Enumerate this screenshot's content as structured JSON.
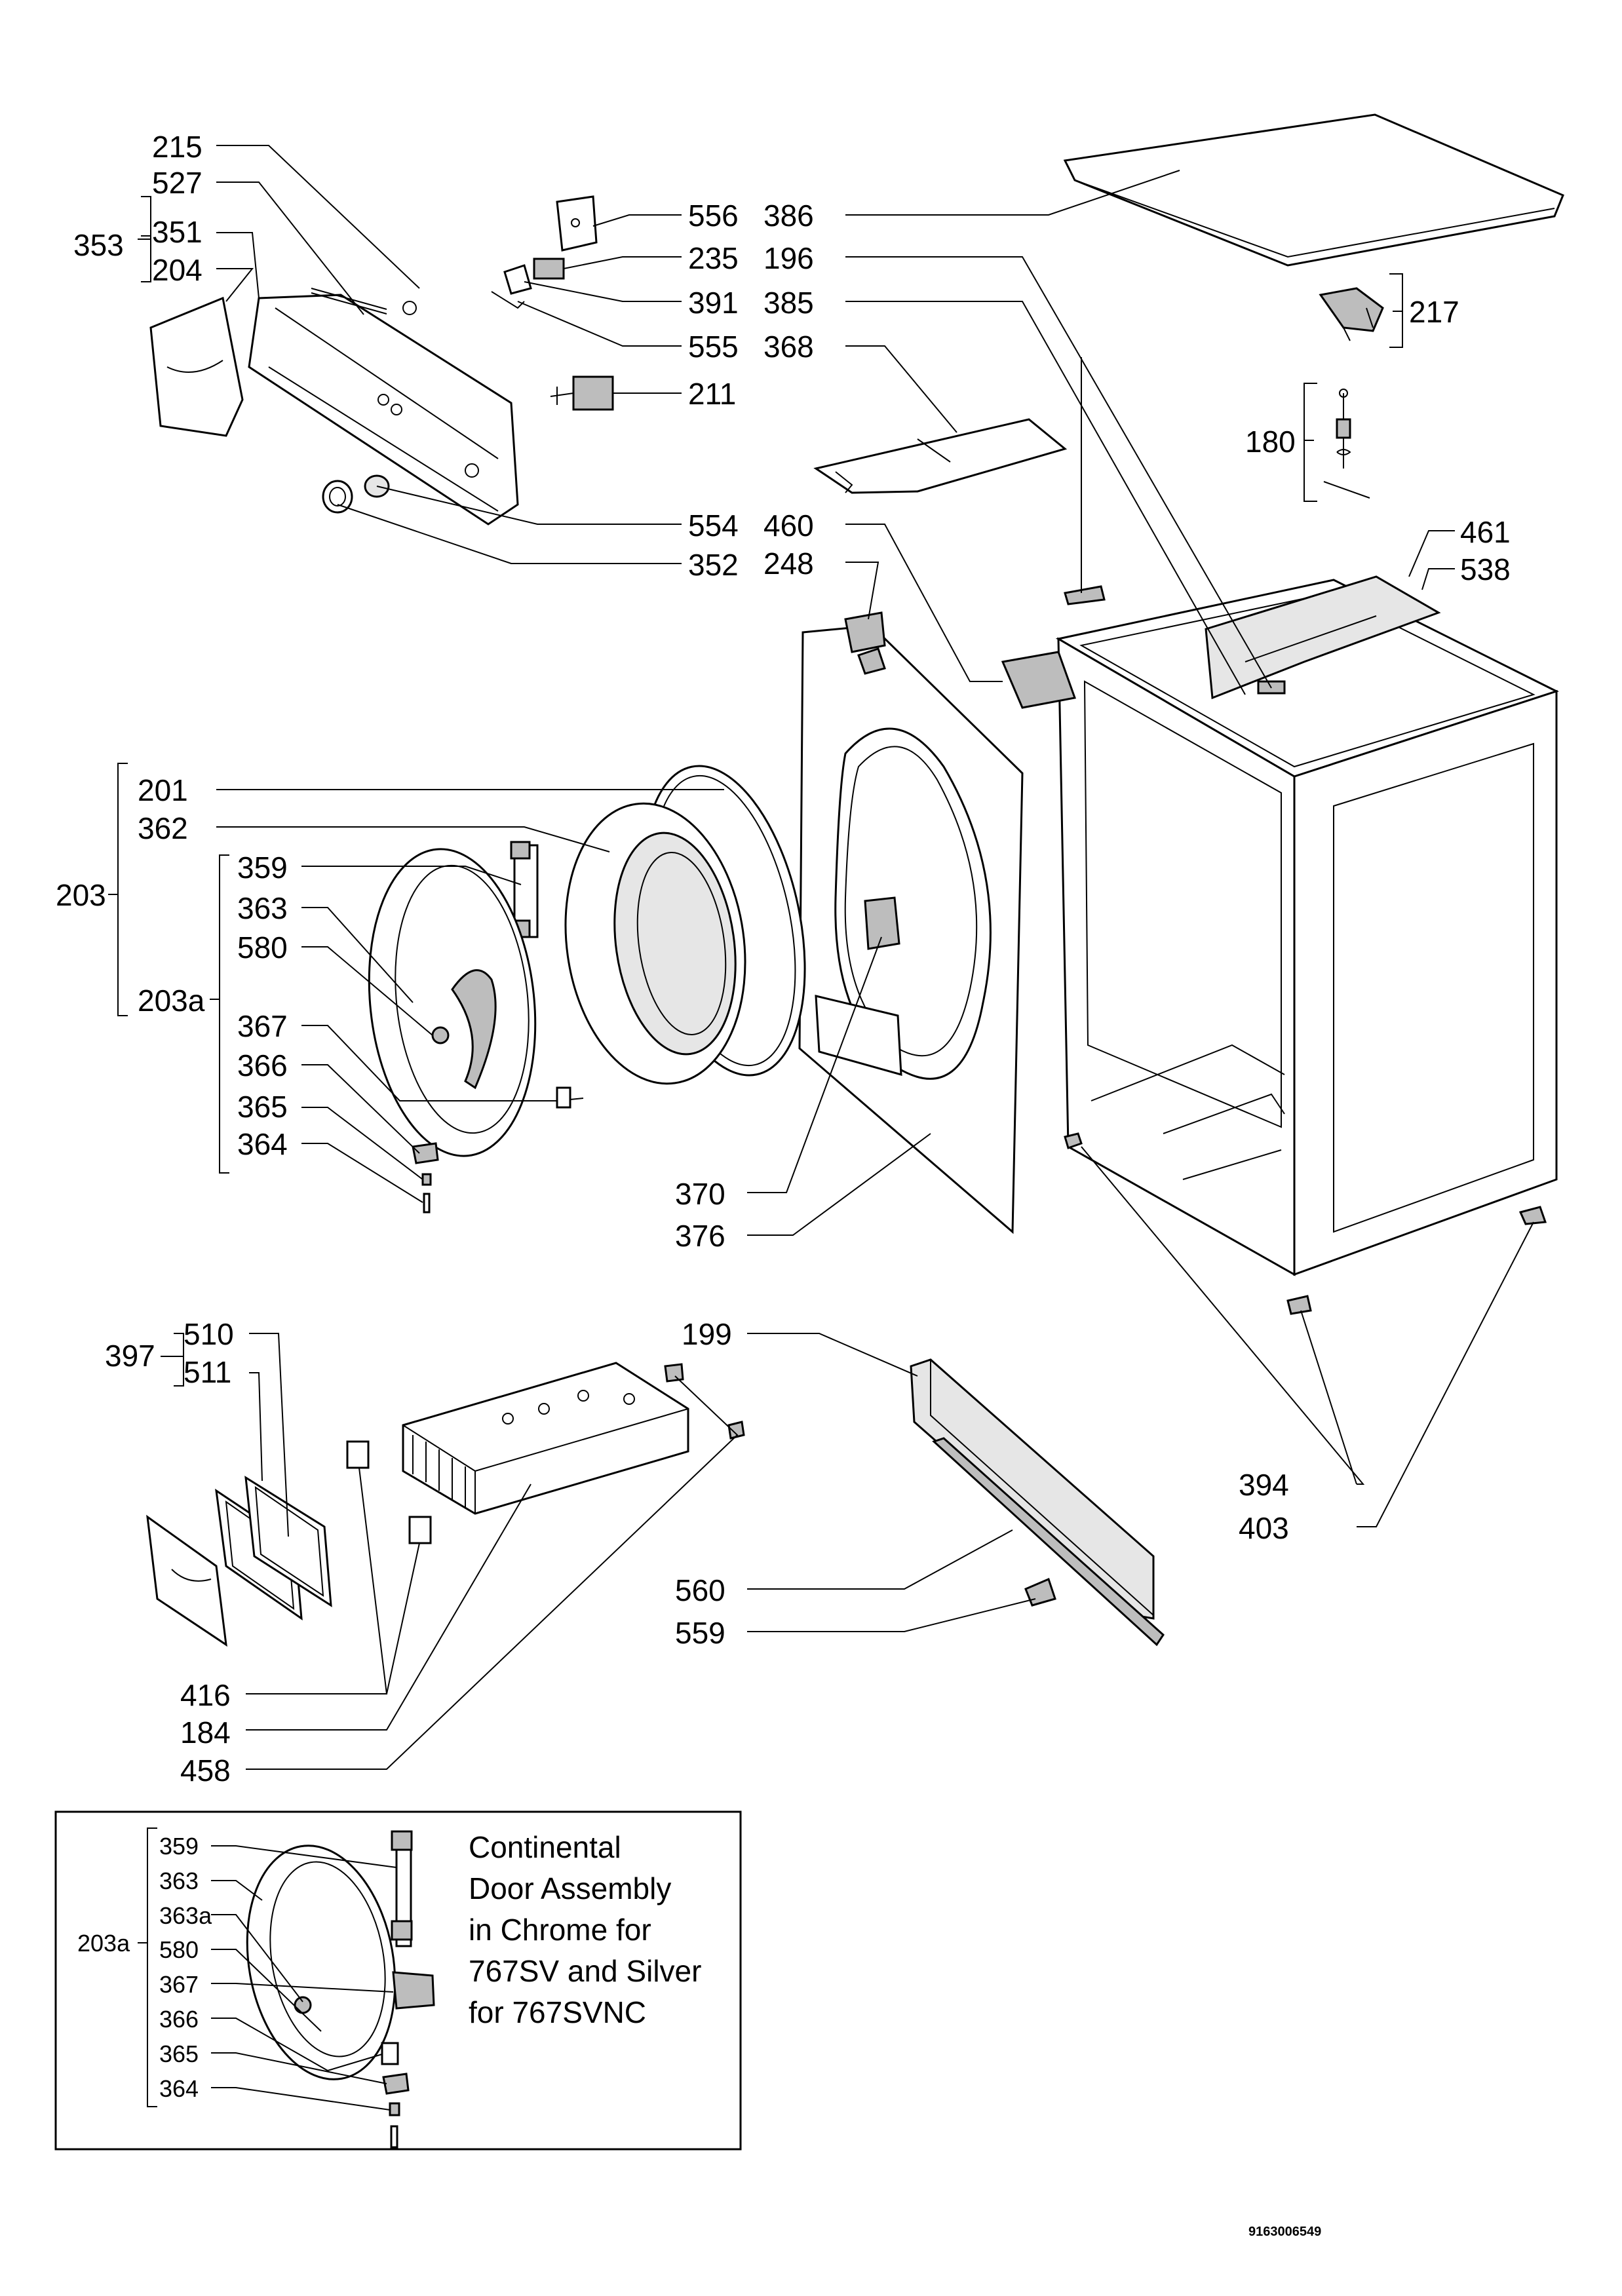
{
  "labels": {
    "p215": "215",
    "p527": "527",
    "p353": "353",
    "p351": "351",
    "p204": "204",
    "p556": "556",
    "p235": "235",
    "p391": "391",
    "p555": "555",
    "p211": "211",
    "p554": "554",
    "p352": "352",
    "p386": "386",
    "p196": "196",
    "p385": "385",
    "p368": "368",
    "p217": "217",
    "p180": "180",
    "p460": "460",
    "p248": "248",
    "p461": "461",
    "p538": "538",
    "p201": "201",
    "p362": "362",
    "p203": "203",
    "p359": "359",
    "p363": "363",
    "p580": "580",
    "p203a": "203a",
    "p367": "367",
    "p366": "366",
    "p365": "365",
    "p364": "364",
    "p370": "370",
    "p376": "376",
    "p397": "397",
    "p510": "510",
    "p511": "511",
    "p199": "199",
    "p394": "394",
    "p403": "403",
    "p560": "560",
    "p559": "559",
    "p416": "416",
    "p184": "184",
    "p458": "458"
  },
  "inset": {
    "labels": {
      "p359": "359",
      "p363": "363",
      "p363a": "363a",
      "p203a": "203a",
      "p580": "580",
      "p367": "367",
      "p366": "366",
      "p365": "365",
      "p364": "364"
    },
    "note_lines": [
      "Continental",
      "Door Assembly",
      "in Chrome for",
      "767SV and Silver",
      "for 767SVNC"
    ]
  },
  "document_number": "9163006549"
}
